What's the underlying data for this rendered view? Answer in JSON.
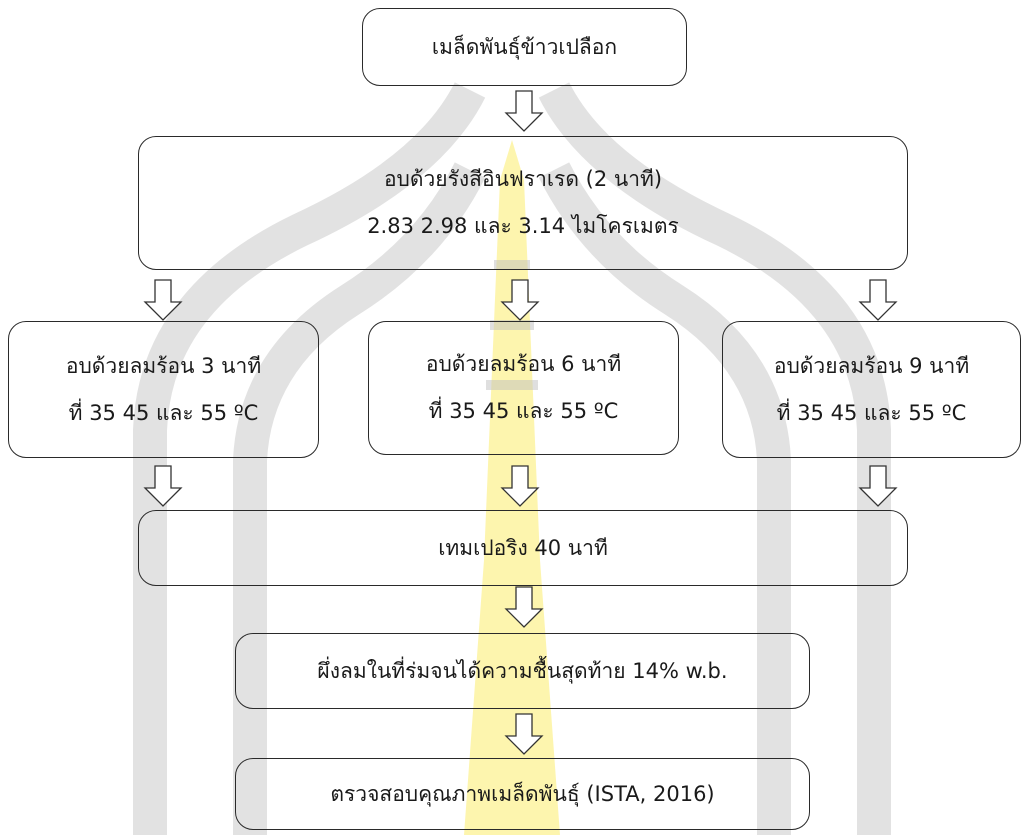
{
  "diagram": {
    "nodes": [
      {
        "id": "seed",
        "lines": [
          "เมล็ดพันธุ์ข้าวเปลือก"
        ]
      },
      {
        "id": "infrared",
        "lines": [
          "อบด้วยรังสีอินฟราเรด (2 นาที)",
          "2.83 2.98 และ 3.14 ไมโครเมตร"
        ]
      },
      {
        "id": "hotair-3",
        "lines": [
          "อบด้วยลมร้อน 3 นาที",
          "ที่ 35 45 และ 55 ºC"
        ]
      },
      {
        "id": "hotair-6",
        "lines": [
          "อบด้วยลมร้อน 6 นาที",
          "ที่ 35 45 และ 55 ºC"
        ]
      },
      {
        "id": "hotair-9",
        "lines": [
          "อบด้วยลมร้อน 9 นาที",
          "ที่ 35 45 และ 55 ºC"
        ]
      },
      {
        "id": "tempering",
        "lines": [
          "เทมเปอริง 40 นาที"
        ]
      },
      {
        "id": "shade-dry",
        "lines": [
          "ผึ่งลมในที่ร่มจนได้ความชื้นสุดท้าย 14% w.b."
        ]
      },
      {
        "id": "quality",
        "lines": [
          "ตรวจสอบคุณภาพเมล็ดพันธุ์ (ISTA, 2016)"
        ]
      }
    ],
    "edges": [
      {
        "from": "seed",
        "to": "infrared"
      },
      {
        "from": "infrared",
        "to": "hotair-3"
      },
      {
        "from": "infrared",
        "to": "hotair-6"
      },
      {
        "from": "infrared",
        "to": "hotair-9"
      },
      {
        "from": "hotair-3",
        "to": "tempering"
      },
      {
        "from": "hotair-6",
        "to": "tempering"
      },
      {
        "from": "hotair-9",
        "to": "tempering"
      },
      {
        "from": "tempering",
        "to": "shade-dry"
      },
      {
        "from": "shade-dry",
        "to": "quality"
      }
    ],
    "colors": {
      "box_border": "#2a2a2a",
      "arrow_outline": "#333333",
      "watermark_gray": "#bfbfbf",
      "watermark_yellow": "#fdf3a0"
    }
  }
}
